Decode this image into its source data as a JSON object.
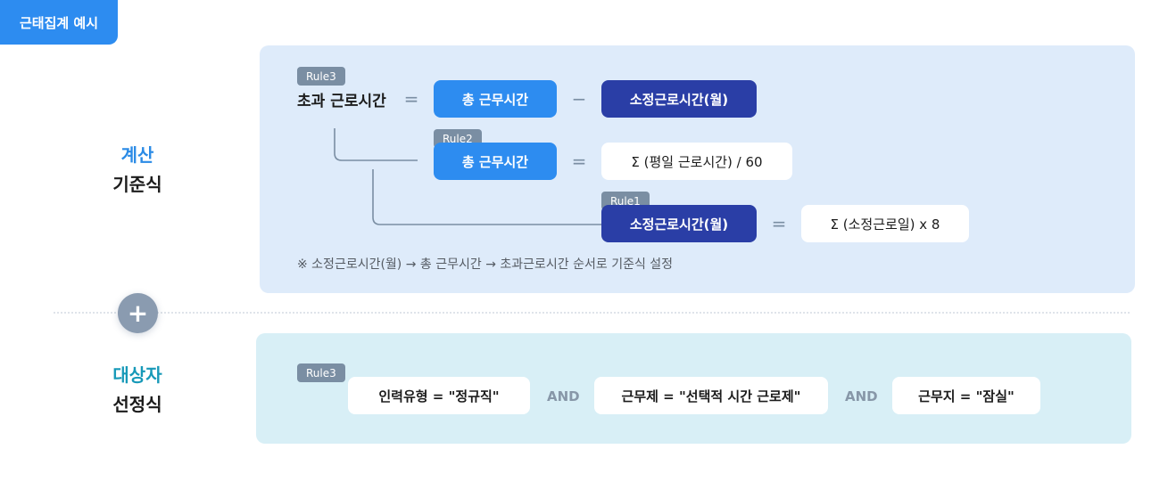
{
  "header": {
    "title": "근태집계 예시"
  },
  "sections": {
    "calc": {
      "label_top": "계산",
      "label_bottom": "기준식"
    },
    "target": {
      "label_top": "대상자",
      "label_bottom": "선정식"
    }
  },
  "calc": {
    "rule3": {
      "badge": "Rule3",
      "lhs": "초과 근로시간",
      "eq": "=",
      "term1": "총 근무시간",
      "minus": "−",
      "term2": "소정근로시간(월)"
    },
    "rule2": {
      "badge": "Rule2",
      "lhs": "총 근무시간",
      "eq": "=",
      "rhs": "Σ (평일 근로시간)  / 60"
    },
    "rule1": {
      "badge": "Rule1",
      "lhs": "소정근로시간(월)",
      "eq": "=",
      "rhs": "Σ (소정근로일)  x  8"
    },
    "note": "※ 소정근로시간(월) → 총 근무시간 → 초과근로시간 순서로 기준식 설정"
  },
  "plus_symbol": "+",
  "target": {
    "badge": "Rule3",
    "cond1": "인력유형 =  \"정규직\"",
    "and1": "AND",
    "cond2": "근무제 = \"선택적 시간 근로제\"",
    "and2": "AND",
    "cond3": "근무지 = \"잠실\""
  },
  "colors": {
    "primary_blue": "#2d8cf0",
    "navy": "#2a3ea6",
    "badge_gray": "#7a8ea3",
    "panel_top_bg": "#deebfa",
    "panel_bottom_bg": "#d8eff6"
  }
}
